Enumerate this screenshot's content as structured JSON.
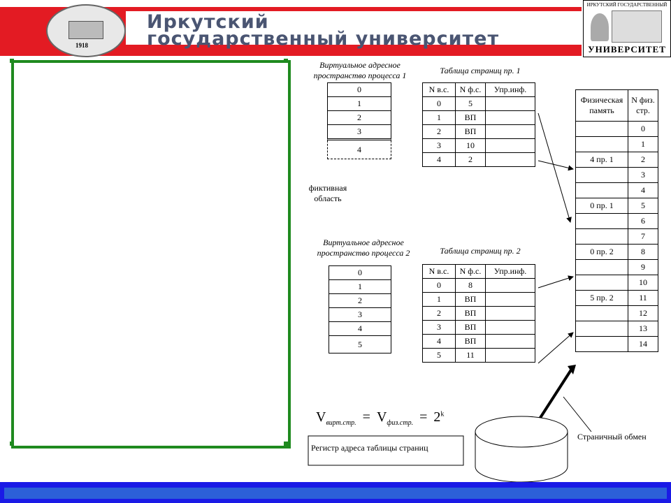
{
  "header": {
    "title_line1": "Иркутский",
    "title_line2": "государственный университет",
    "seal_year": "1918",
    "logo_top": "ИРКУТСКИЙ ГОСУДАРСТВЕННЫЙ",
    "logo_bottom": "УНИВЕРСИТЕТ"
  },
  "process1": {
    "title": "Виртуальное адресное пространство процесса 1",
    "pages": [
      "0",
      "1",
      "2",
      "3",
      "4"
    ],
    "fictive": "фиктивная область",
    "table_title": "Таблица страниц пр. 1",
    "headers": [
      "N в.с.",
      "N ф.с.",
      "Упр.инф."
    ],
    "rows": [
      [
        "0",
        "5",
        ""
      ],
      [
        "1",
        "ВП",
        ""
      ],
      [
        "2",
        "ВП",
        ""
      ],
      [
        "3",
        "10",
        ""
      ],
      [
        "4",
        "2",
        ""
      ]
    ]
  },
  "process2": {
    "title": "Виртуальное адресное пространство процесса 2",
    "pages": [
      "0",
      "1",
      "2",
      "3",
      "4",
      "5"
    ],
    "table_title": "Таблица страниц пр. 2",
    "headers": [
      "N в.с.",
      "N ф.с.",
      "Упр.инф."
    ],
    "rows": [
      [
        "0",
        "8",
        ""
      ],
      [
        "1",
        "ВП",
        ""
      ],
      [
        "2",
        "ВП",
        ""
      ],
      [
        "3",
        "ВП",
        ""
      ],
      [
        "4",
        "ВП",
        ""
      ],
      [
        "5",
        "11",
        ""
      ]
    ]
  },
  "physical": {
    "header_mem": "Физическая память",
    "header_num": "N физ. стр.",
    "cells": [
      "",
      "",
      "4 пр. 1",
      "",
      "",
      "0 пр. 1",
      "",
      "",
      "0 пр. 2",
      "",
      "",
      "5 пр. 2",
      "",
      "",
      ""
    ],
    "numbers": [
      "0",
      "1",
      "2",
      "3",
      "4",
      "5",
      "6",
      "7",
      "8",
      "9",
      "10",
      "11",
      "12",
      "13",
      "14"
    ]
  },
  "formula": {
    "v": "V",
    "sub1": "вирт.стр.",
    "sub2": "физ.стр.",
    "eq": "=",
    "base": "2",
    "exp": "k"
  },
  "register_label": "Регистр адреса таблицы страниц",
  "swap_label": "Страничный обмен"
}
